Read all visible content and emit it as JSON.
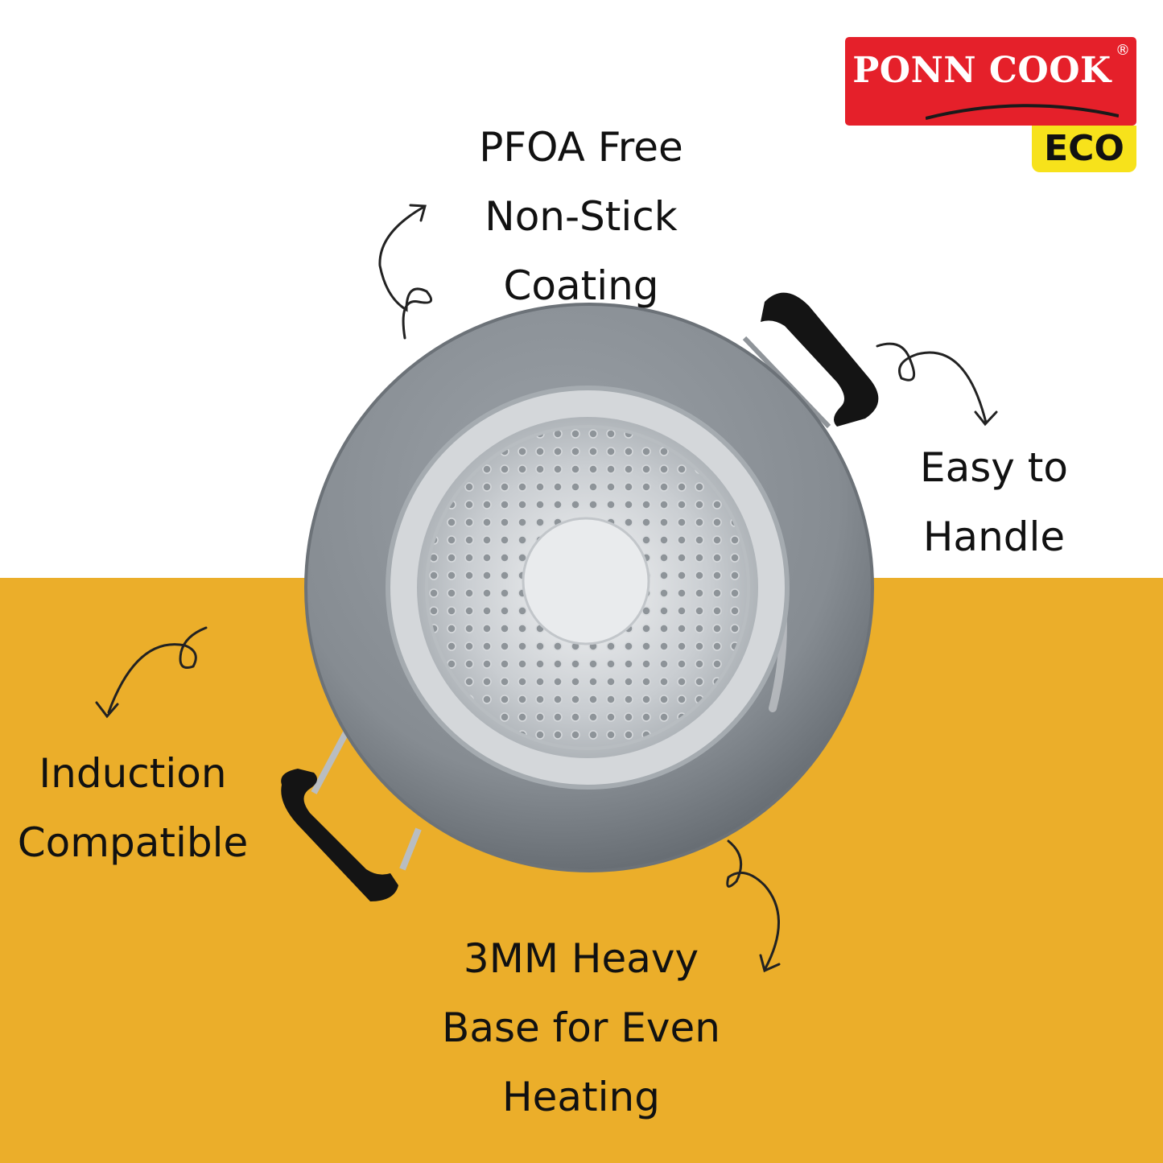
{
  "brand": {
    "name": "PONN COOK",
    "registered": "®",
    "tag": "ECO"
  },
  "features": {
    "pfoa": [
      "PFOA Free",
      "Non-Stick",
      "Coating"
    ],
    "handle": [
      "Easy to",
      "Handle"
    ],
    "induction": [
      "Induction",
      "Compatible"
    ],
    "base": [
      "3MM Heavy",
      "Base for Even",
      "Heating"
    ]
  },
  "colors": {
    "band": "#EBAE2A",
    "logo_red": "#E5202A",
    "logo_yellow": "#F7E21B",
    "pan_coating": "#8A9096",
    "handle": "#111111"
  }
}
